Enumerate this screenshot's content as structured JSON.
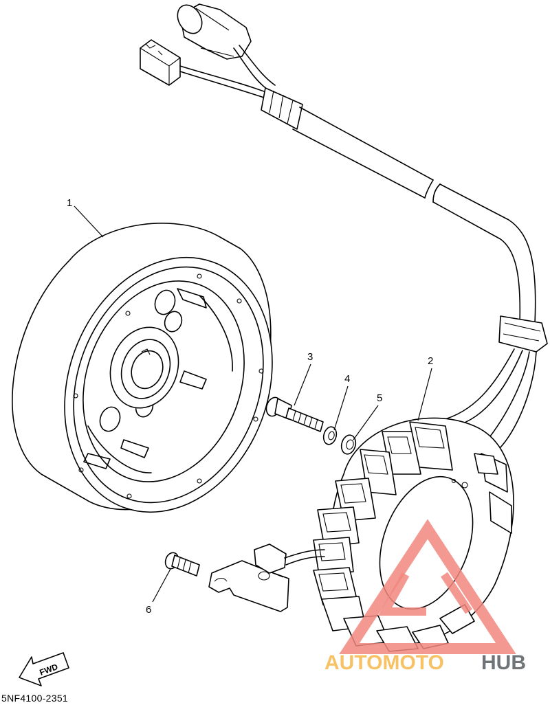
{
  "callouts": [
    {
      "id": "1",
      "label": "1",
      "part": "rotor"
    },
    {
      "id": "2",
      "label": "2",
      "part": "stator"
    },
    {
      "id": "3",
      "label": "3",
      "part": "bolt"
    },
    {
      "id": "4",
      "label": "4",
      "part": "spring-washer"
    },
    {
      "id": "5",
      "label": "5",
      "part": "washer"
    },
    {
      "id": "6",
      "label": "6",
      "part": "screw"
    }
  ],
  "fwd_label": "FWD",
  "reference_code": "5NF4100-2351",
  "watermark": {
    "text_a": "AUTOMOTO",
    "text_b": "HUB",
    "color_a": "#f7c266",
    "color_b": "#6f7478",
    "triangle_color": "#f1877f"
  }
}
